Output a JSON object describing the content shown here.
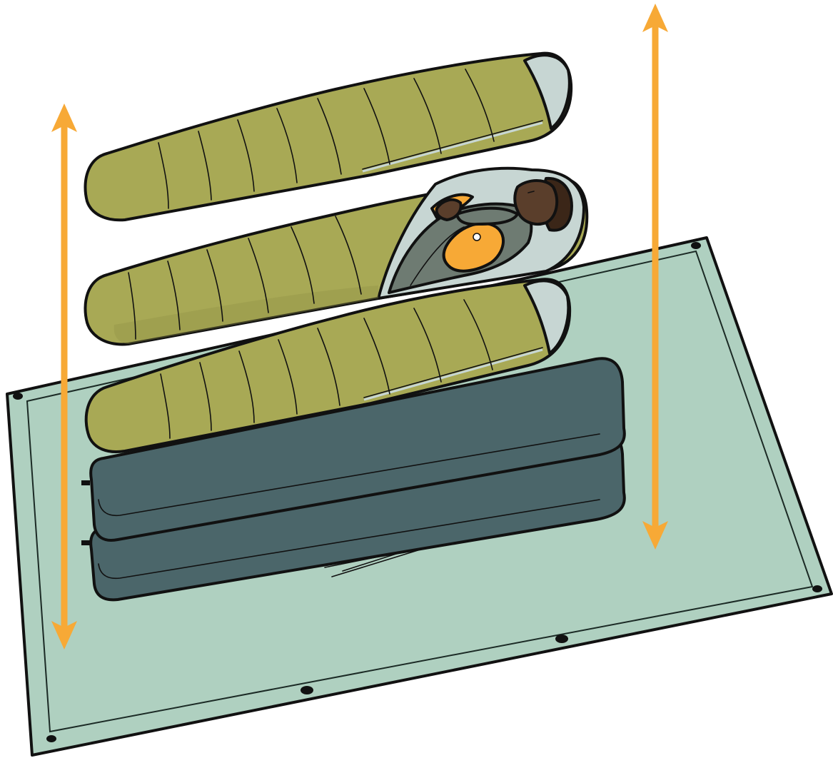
{
  "colors": {
    "tarp": "#afd0c0",
    "tarp_border": "#1b2a25",
    "pad": "#4b666a",
    "bag": "#a8a955",
    "bag_shade": "#8f9046",
    "bag_lining": "#c7d6d3",
    "arrow": "#f7a936",
    "bottle": "#f7a936",
    "person_clothes": "#6e7b72",
    "skin": "#5a3e2b",
    "hair": "#3b2618",
    "outline": "#111111"
  },
  "icons": {
    "arrow_left": "double-headed-vertical-arrow",
    "arrow_right": "double-headed-vertical-arrow"
  },
  "chart_data": {
    "type": "table",
    "layers_top_to_bottom": [
      "sleeping-bag",
      "sleeping-bag-with-person-and-hot-water-bottle",
      "sleeping-bag",
      "sleeping-pad",
      "sleeping-pad",
      "ground-tarp"
    ]
  }
}
